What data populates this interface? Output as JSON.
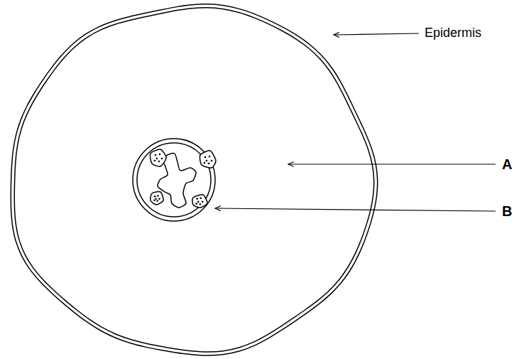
{
  "diagram": {
    "labels": [
      "Epidermis",
      "A",
      "B"
    ]
  }
}
